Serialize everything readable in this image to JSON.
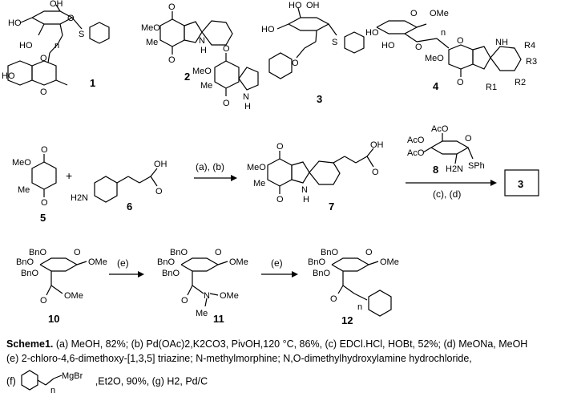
{
  "compounds": {
    "c1": {
      "number": "1",
      "labels": [
        "HO",
        "HO",
        "OH",
        "n",
        "S",
        "O",
        "O",
        "O",
        "HO"
      ]
    },
    "c2": {
      "number": "2",
      "labels": [
        "MeO",
        "Me",
        "O",
        "O",
        "N",
        "H"
      ]
    },
    "c3": {
      "number": "3",
      "labels": [
        "HO",
        "HO",
        "OH",
        "S",
        "O",
        "N",
        "H",
        "MeO",
        "Me",
        "O",
        "O"
      ]
    },
    "c4": {
      "number": "4",
      "labels": [
        "HO",
        "HO",
        "O",
        "OMe",
        "O",
        "n",
        "NH",
        "R4",
        "R3",
        "R2",
        "R1",
        "MeO",
        "O",
        "O"
      ]
    },
    "c5": {
      "number": "5",
      "labels": [
        "MeO",
        "Me",
        "O",
        "O"
      ]
    },
    "c6": {
      "number": "6",
      "labels": [
        "H2N",
        "OH",
        "O"
      ]
    },
    "c7": {
      "number": "7",
      "labels": [
        "MeO",
        "Me",
        "O",
        "O",
        "N",
        "H",
        "OH",
        "O"
      ]
    },
    "c8": {
      "number": "8",
      "labels": [
        "AcO",
        "AcO",
        "AcO",
        "O",
        "H2N",
        "SPh"
      ]
    },
    "c10": {
      "number": "10",
      "labels": [
        "BnO",
        "BnO",
        "BnO",
        "O",
        "OMe",
        "O",
        "OMe"
      ]
    },
    "c11": {
      "number": "11",
      "labels": [
        "BnO",
        "BnO",
        "BnO",
        "O",
        "OMe",
        "O",
        "N",
        "OMe",
        "Me"
      ]
    },
    "c12": {
      "number": "12",
      "labels": [
        "BnO",
        "BnO",
        "BnO",
        "O",
        "OMe",
        "O",
        "n"
      ]
    }
  },
  "plus_sign": "+",
  "arrows": {
    "step1": "(a), (b)",
    "step2": "(c), (d)",
    "step3": "(e)",
    "step4": "(e)"
  },
  "boxed_product": "3",
  "caption": {
    "title": "Scheme1.",
    "line1": "(a) MeOH, 82%; (b) Pd(OAc)2,K2CO3, PivOH,120 °C, 86%, (c) EDCl.HCl, HOBt, 52%; (d) MeONa, MeOH",
    "line2": "(e) 2-chloro-4,6-dimethoxy-[1,3,5] triazine; N-methylmorphine; N,O-dimethylhydroxylamine hydrochloride,",
    "line3_prefix": "(f)",
    "reagent_f_labels": [
      "MgBr",
      "n"
    ],
    "line3_suffix": ",Et2O, 90%, (g) H2, Pd/C"
  }
}
